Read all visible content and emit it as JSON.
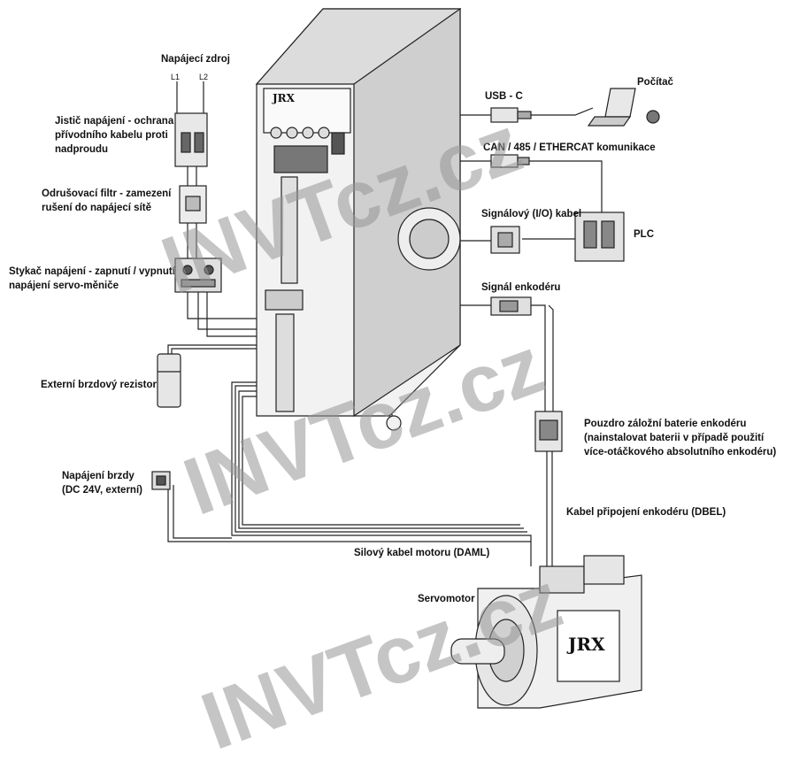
{
  "labels": {
    "power_supply": "Napájecí zdroj",
    "l1": "L1",
    "l2": "L2",
    "breaker": [
      "Jistič napájení - ochrana",
      "přívodního kabelu proti",
      "nadproudu"
    ],
    "filter": [
      "Odrušovací filtr - zamezení",
      "rušení do napájecí sítě"
    ],
    "contactor": [
      "Stykač napájení - zapnutí / vypnutí",
      "napájení servo-měniče"
    ],
    "brake_resistor": "Externí brzdový rezistor",
    "brake_power": [
      "Napájení brzdy",
      "(DC 24V, externí)"
    ],
    "usb": "USB - C",
    "pc": "Počítač",
    "can": "CAN / 485 / ETHERCAT komunikace",
    "io_cable": "Signálový (I/O) kabel",
    "plc": "PLC",
    "encoder_signal": "Signál enkodéru",
    "battery": [
      "Pouzdro záložní baterie enkodéru",
      "(nainstalovat baterii v případě použití",
      "více-otáčkového absolutního enkodéru)"
    ],
    "encoder_cable": "Kabel připojení enkodéru (DBEL)",
    "motor_cable": "Silový kabel motoru (DAML)",
    "servomotor": "Servomotor",
    "brand_drive": "JRX",
    "brand_motor": "JRX"
  },
  "watermark": "INVTcz.cz",
  "colors": {
    "line": "#222222",
    "watermark": "#9a9a9a"
  }
}
